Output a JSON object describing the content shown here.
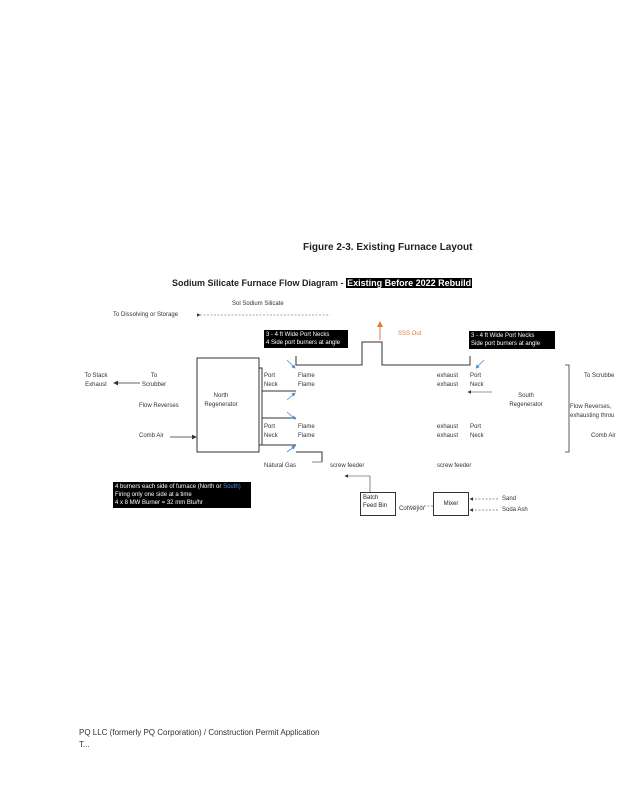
{
  "figure_title": "Figure 2-3. Existing Furnace Layout",
  "diagram_title": {
    "prefix": "Sodium Silicate Furnace Flow Diagram -",
    "highlight": "Existing Before 2022 Rebuild"
  },
  "labels": {
    "sol_silicate": "Sol Sodium Silicate",
    "to_dissolving": "To Dissolving or Storage",
    "sss_out": "SSS Out",
    "to_stack": "To Stack Exhaust",
    "to_scrubber_left": "To Scrubber",
    "flow_reverses_left": "Flow Reverses",
    "comb_air_left": "Comb Air",
    "north_regen": "North Regenerator",
    "port_neck": "Port Neck",
    "flame": "Flame",
    "exhaust": "exhaust",
    "south_regen": "South Regenerator",
    "to_scrubber_right": "To Scrubbe",
    "flow_reverses_right": "Flow Reverses, exhausting throu",
    "comb_air_right": "Comb Air",
    "natural_gas": "Natural Gas",
    "screw_feeder": "screw feeder",
    "batch_feed_bin": "Batch Feed Bin",
    "conveyor": "Conveyor",
    "mixer": "Mixer",
    "sand": "Sand",
    "soda_ash": "Soda Ash"
  },
  "callouts": {
    "left_line1": "3 - 4 ft Wide Port Necks",
    "left_line2": "4 Side port burners at angle",
    "right_line1": "3 - 4 ft Wide Port Necks",
    "right_line2": "Side port burners at angle"
  },
  "burner_note": {
    "line1_a": "4 burners each side of furnace (North or",
    "line1_b": "South)",
    "line2": "Firing only one side at a time",
    "line3": "4 x 8 MW Burner = 32 mm Btu/hr"
  },
  "footer": {
    "line1": "PQ LLC (formerly PQ Corporation) / Construction Permit Application",
    "line2": "T..."
  },
  "colors": {
    "arrow_blue": "#4a8fd6",
    "accent_orange": "#e07b39",
    "south_blue": "#2e6db4"
  }
}
